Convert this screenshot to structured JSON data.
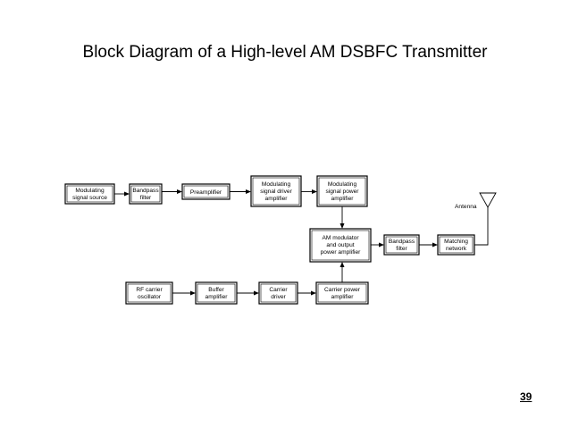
{
  "title": "Block Diagram of a High-level AM DSBFC Transmitter",
  "page_number": "39",
  "blocks": {
    "mod_source": [
      "Modulating",
      "signal source"
    ],
    "bandpass_1": [
      "Bandpass",
      "filter"
    ],
    "preamplifier": [
      "Preamplifier"
    ],
    "mod_driver": [
      "Modulating",
      "signal driver",
      "amplifier"
    ],
    "mod_power": [
      "Modulating",
      "signal power",
      "amplifier"
    ],
    "am_modulator": [
      "AM modulator",
      "and output",
      "power amplifier"
    ],
    "bandpass_2": [
      "Bandpass",
      "filter"
    ],
    "matching": [
      "Matching",
      "network"
    ],
    "rf_oscillator": [
      "RF carrier",
      "oscillator"
    ],
    "buffer": [
      "Buffer",
      "amplifier"
    ],
    "carrier_driver": [
      "Carrier",
      "driver"
    ],
    "carrier_power": [
      "Carrier power",
      "amplifier"
    ]
  },
  "antenna_label": "Antenna"
}
